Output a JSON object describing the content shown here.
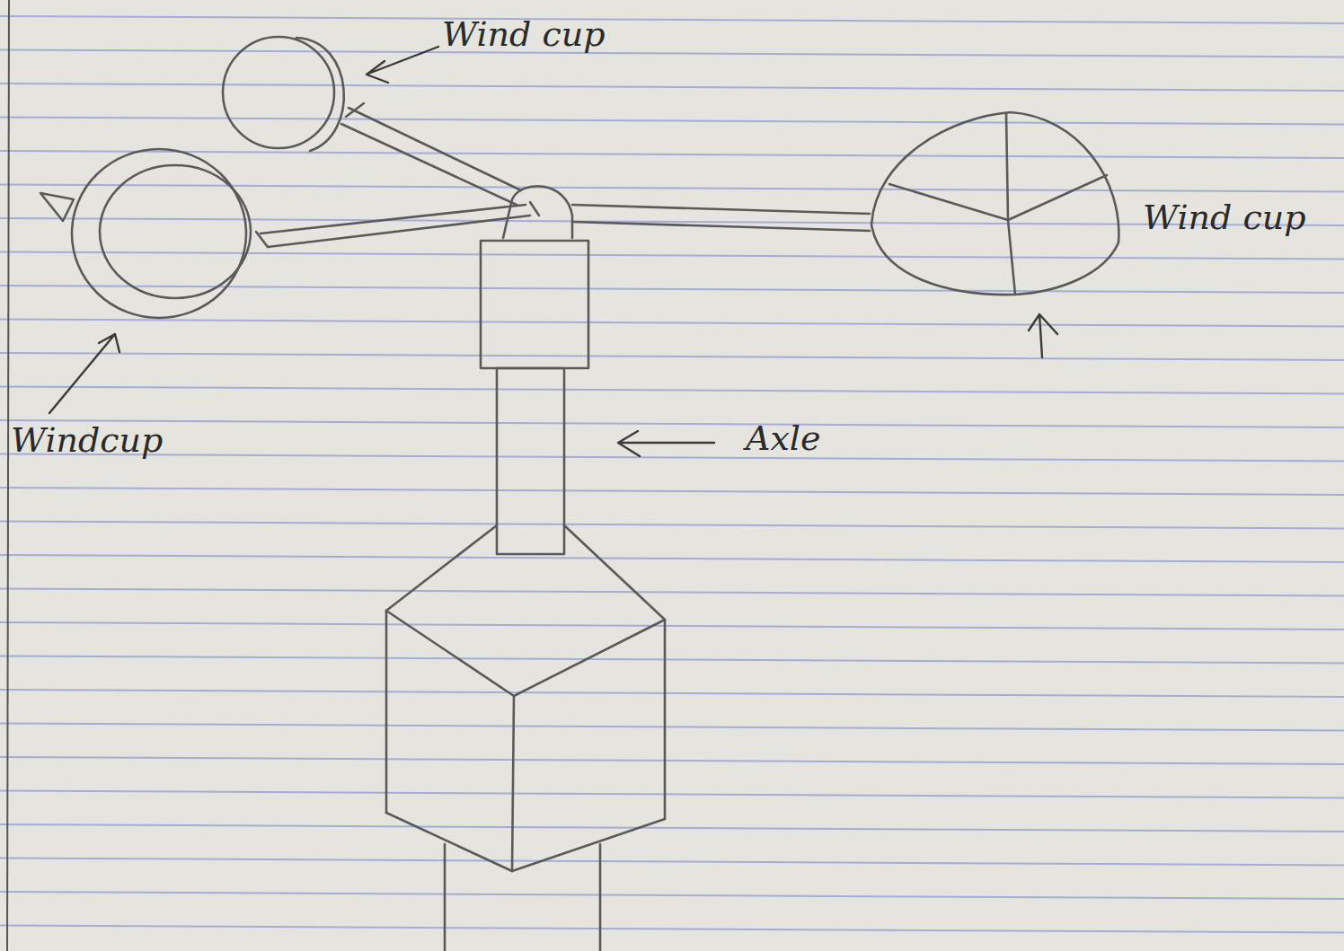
{
  "diagram": {
    "labels": [
      "Wind cup",
      "Wind cup",
      "Windcup",
      "Axle"
    ]
  }
}
